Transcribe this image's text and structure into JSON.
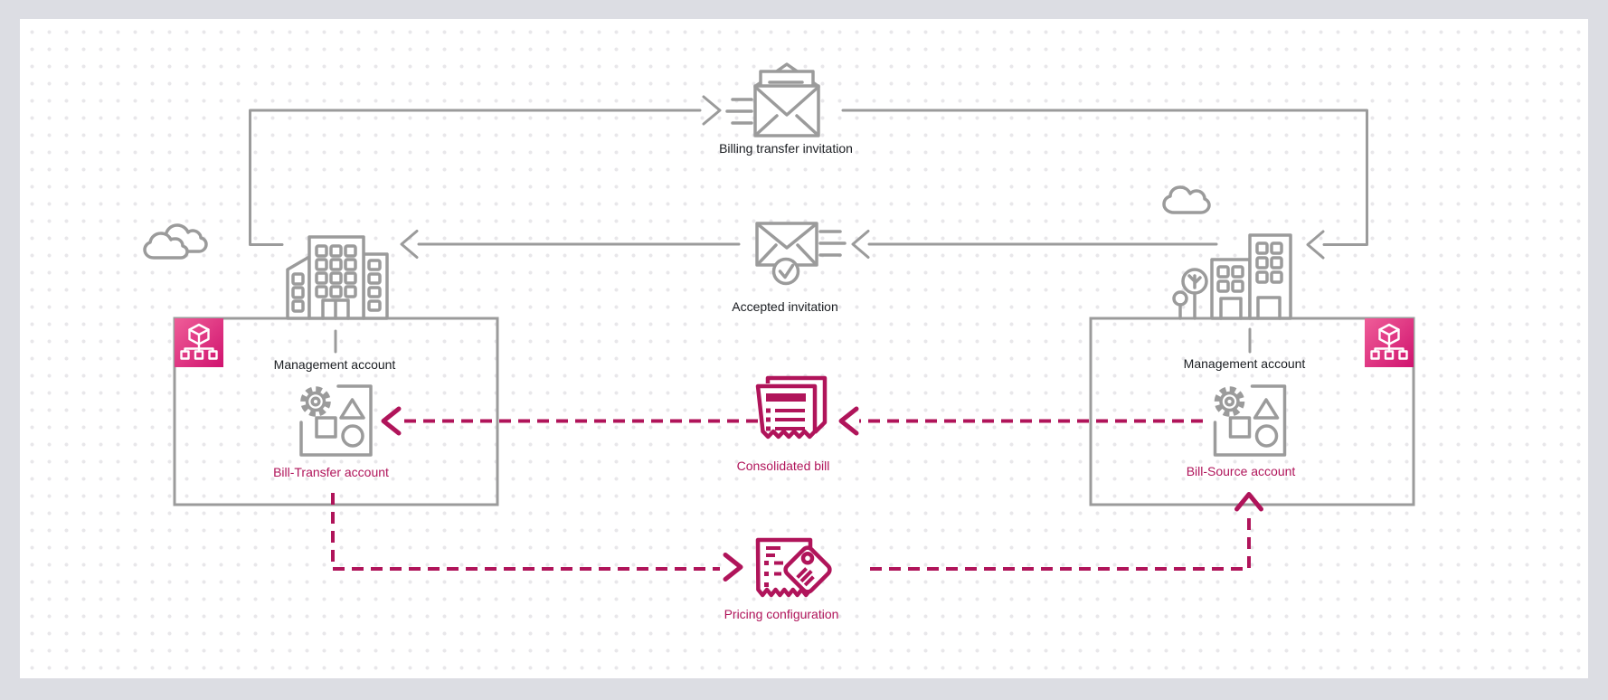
{
  "title": "Billing transfer diagram",
  "labels": {
    "billing_transfer_invitation": "Billing transfer invitation",
    "accepted_invitation": "Accepted invitation",
    "consolidated_bill": "Consolidated bill",
    "pricing_configuration": "Pricing configuration",
    "left_management": "Management account",
    "left_account": "Bill-Transfer account",
    "right_management": "Management account",
    "right_account": "Bill-Source account"
  },
  "icons": {
    "billing_transfer_invitation": "envelope-send-icon",
    "accepted_invitation": "envelope-accepted-icon",
    "consolidated_bill": "bill-receipt-icon",
    "pricing_configuration": "price-tag-receipt-icon",
    "account_badge": "aws-organizations-icon",
    "account_resources": "account-resources-icon",
    "scenery": [
      "cloud-icon",
      "office-building-icon",
      "tree-icon"
    ]
  },
  "colors": {
    "accent": "#b0145a",
    "gray": "#9b9b9b",
    "text": "#1a1d21",
    "bg": "#dcdde3",
    "canvas": "#ffffff",
    "dot": "#e8e7ea",
    "org_gradient_start": "#ef5d98",
    "org_gradient_end": "#d0136f"
  }
}
